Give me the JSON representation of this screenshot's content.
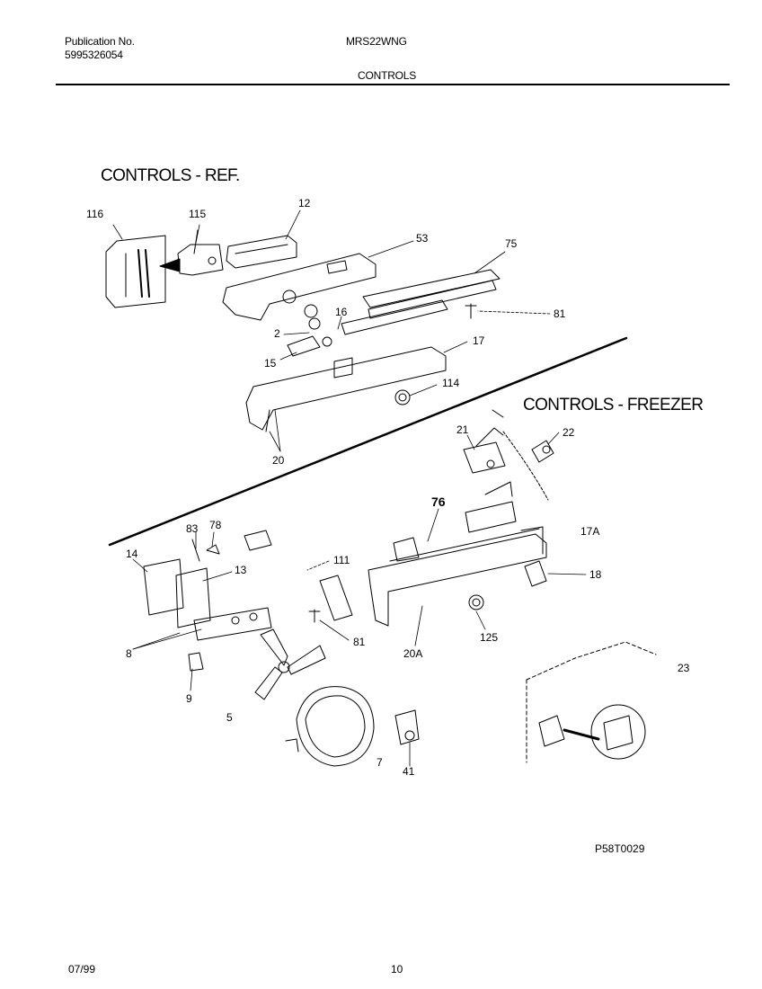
{
  "header": {
    "publication_label": "Publication No.",
    "publication_number": "5995326054",
    "model": "MRS22WNG",
    "section": "CONTROLS"
  },
  "sections": {
    "ref_title": "CONTROLS - REF.",
    "freezer_title": "CONTROLS - FREEZER"
  },
  "callouts": {
    "c116": "116",
    "c115": "115",
    "c12": "12",
    "c53": "53",
    "c75": "75",
    "c81a": "81",
    "c16": "16",
    "c2": "2",
    "c15": "15",
    "c17": "17",
    "c114": "114",
    "c20": "20",
    "c21": "21",
    "c22": "22",
    "c76": "76",
    "c17A": "17A",
    "c83": "83",
    "c78": "78",
    "c14": "14",
    "c13": "13",
    "c111": "111",
    "c18": "18",
    "c8": "8",
    "c81b": "81",
    "c20A": "20A",
    "c125": "125",
    "c23": "23",
    "c9": "9",
    "c5": "5",
    "c7": "7",
    "c41": "41"
  },
  "figure_code": "P58T0029",
  "footer": {
    "date": "07/99",
    "page": "10"
  }
}
